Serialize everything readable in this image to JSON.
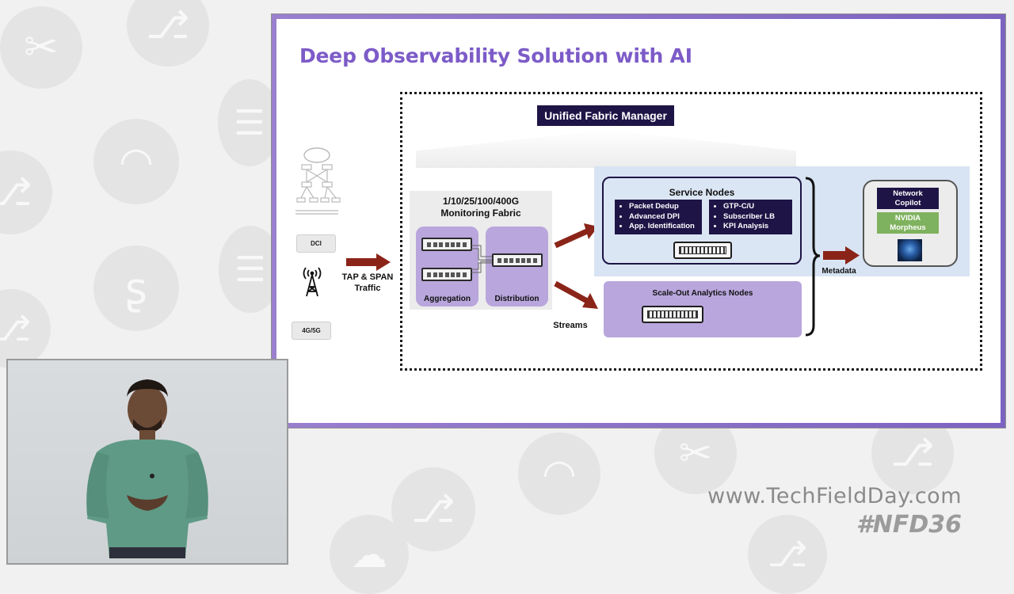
{
  "slide": {
    "title": "Deep Observability Solution with AI",
    "fabric_manager": "Unified Fabric Manager",
    "monitoring_fabric": "1/10/25/100/400G\nMonitoring Fabric",
    "aggregation_label": "Aggregation",
    "distribution_label": "Distribution",
    "left_sources": {
      "dci_label": "DCI",
      "mobile_label": "4G/5G"
    },
    "tap_span_label": "TAP & SPAN\nTraffic",
    "streams_label": "Streams",
    "service_nodes": {
      "title": "Service Nodes",
      "features_left": [
        "Packet Dedup",
        "Advanced DPI",
        "App. Identification"
      ],
      "features_right": [
        "GTP-C/U",
        "Subscriber LB",
        "KPI Analysis"
      ]
    },
    "analytics_nodes_label": "Scale-Out Analytics Nodes",
    "metadata_label": "Metadata",
    "ai_stack": {
      "copilot": "Network\nCopilot",
      "morpheus": "NVIDIA\nMorpheus"
    },
    "colors": {
      "title_purple": "#7c5bc8",
      "dark_navy": "#1e1446",
      "lavender": "#b8a6dc",
      "arrow_red": "#8b2418",
      "service_blue": "#d8e4f3",
      "morpheus_green": "#7fb25e"
    }
  },
  "watermark": {
    "url": "www.TechFieldDay.com",
    "hashtag": "#NFD36"
  },
  "background_icons": [
    "wrench-icon",
    "share-icon",
    "wifi-icon",
    "server-icon",
    "cloud-icon",
    "link-icon",
    "network-icon"
  ],
  "presenter_video": {
    "description_icon": "presenter-video"
  }
}
